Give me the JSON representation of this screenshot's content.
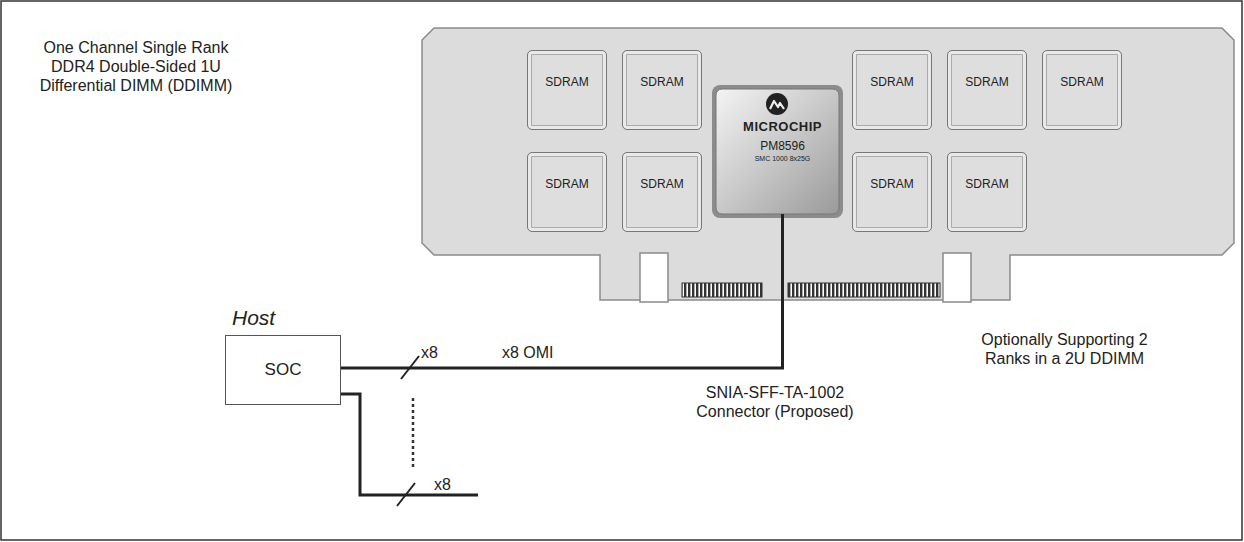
{
  "diagram": {
    "nodes": [
      {
        "text": [
          "SDRAM"
        ]
      },
      {
        "text": [
          "SDRAM"
        ]
      },
      {
        "text": [
          "MICROCHIP",
          "PM8596",
          "SMC 1000 8x25G"
        ]
      },
      {
        "text": [
          "SDRAM"
        ]
      },
      {
        "text": [
          "SDRAM"
        ]
      },
      {
        "text": [
          "SDRAM"
        ]
      },
      {
        "text": [
          "SDRAM"
        ]
      },
      {
        "text": [
          "SDRAM"
        ]
      },
      {
        "text": [
          "SDRAM"
        ]
      },
      {
        "text": [
          "SDRAM"
        ]
      },
      {
        "text": [
          "Host",
          "SOC"
        ]
      }
    ],
    "edges": [
      {
        "from": 10,
        "to": 2,
        "arrow": "none",
        "label": "x8 OMI"
      }
    ],
    "labels": [
      "One Channel Single Rank DDR4 Double-Sided 1U Differential DIMM (DDIMM)",
      "x8",
      "x8",
      "SNIA-SFF-TA-1002 Connector (Proposed)",
      "Optionally Supporting 2 Ranks in a 2U DDIMM"
    ]
  }
}
